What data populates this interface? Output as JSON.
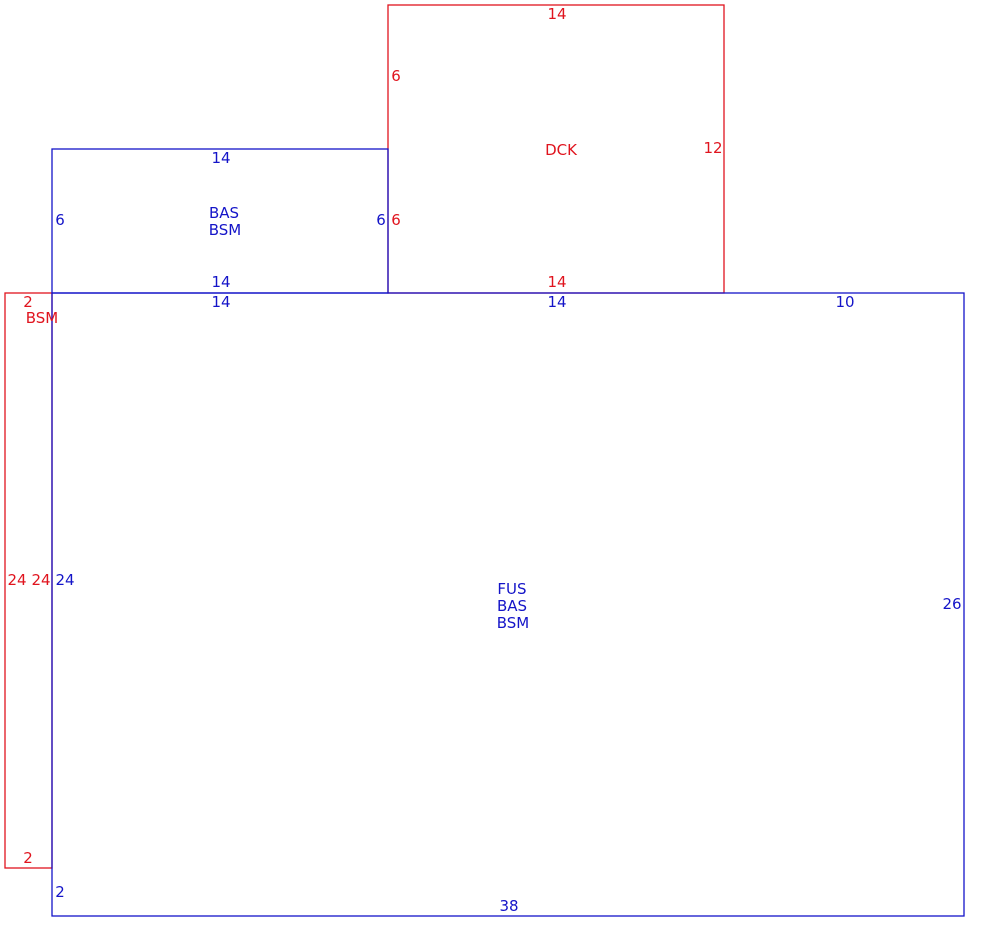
{
  "colors": {
    "blue": "#1414c8",
    "red": "#e0141e"
  },
  "areas": {
    "deck": {
      "code": "DCK",
      "dims": {
        "top": "14",
        "left": "6",
        "left_lower": "6",
        "right": "12",
        "bottom": "14"
      }
    },
    "basement_addition": {
      "codes": [
        "BAS",
        "BSM"
      ],
      "dims": {
        "top": "14",
        "left": "6",
        "right": "6",
        "bottom": "14"
      }
    },
    "main": {
      "codes": [
        "FUS",
        "BAS",
        "BSM"
      ],
      "dims": {
        "top_left": "14",
        "top_mid": "14",
        "top_right": "10",
        "left": "24",
        "left_bottom": "2",
        "right": "26",
        "bottom": "38"
      }
    },
    "side_strip": {
      "code": "BSM",
      "dims": {
        "top": "2",
        "left": "24",
        "right": "24",
        "bottom": "2"
      }
    }
  }
}
